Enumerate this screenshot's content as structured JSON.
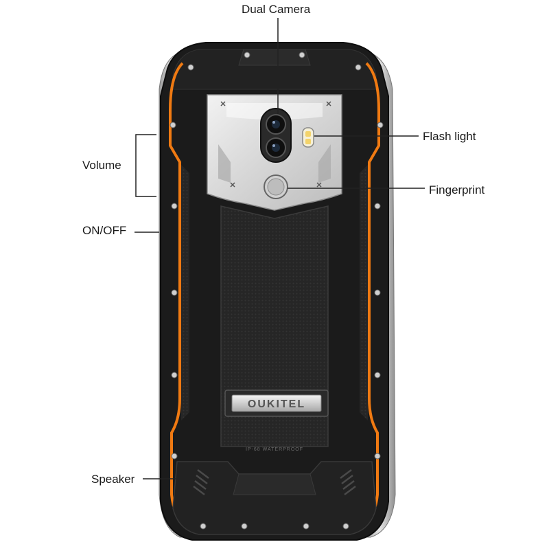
{
  "labels": {
    "dual_camera": "Dual Camera",
    "flash_light": "Flash light",
    "volume": "Volume",
    "fingerprint": "Fingerprint",
    "on_off": "ON/OFF",
    "speaker": "Speaker"
  },
  "device": {
    "brand": "OUKITEL",
    "rating": "IP-68 WATERPROOF"
  },
  "colors": {
    "body": "#1c1c1c",
    "accent": "#f07a12",
    "frame": "#c9c9c9",
    "panel": "#e2e2e2",
    "leader": "#222222"
  }
}
